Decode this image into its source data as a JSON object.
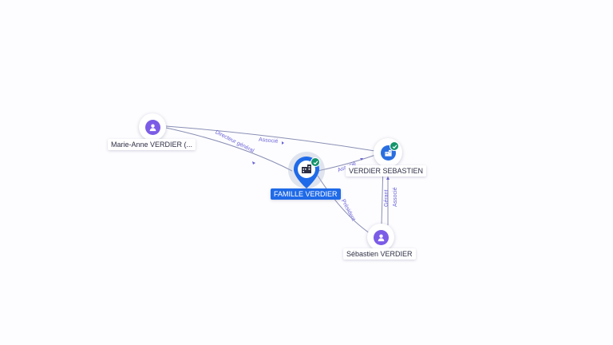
{
  "nodes": {
    "marie_anne": {
      "label": "Marie-Anne VERDIER (...",
      "icon": "person-icon"
    },
    "famille_verdier": {
      "label": "FAMILLE VERDIER",
      "icon": "building-icon",
      "verified": true
    },
    "verdier_sebastien": {
      "label": "VERDIER SEBASTIEN",
      "icon": "building-icon",
      "verified": true
    },
    "sebastien_verdier": {
      "label": "Sébastien VERDIER",
      "icon": "person-icon"
    }
  },
  "edges": {
    "marie_to_company": {
      "label": "Associé"
    },
    "marie_to_famille": {
      "label": "Directeur général"
    },
    "famille_to_company": {
      "label": "Associé"
    },
    "sebastien_to_famille": {
      "label": "Président"
    },
    "sebastien_to_company_gerant": {
      "label": "Gérant"
    },
    "sebastien_to_company_associe": {
      "label": "Associé"
    }
  },
  "colors": {
    "person": "#7b5ce6",
    "company": "#2a6fe0",
    "main_pin": "#1f6ae8",
    "verified": "#14946b",
    "edge": "#8a8fb4",
    "edge_label": "#6b63d6"
  }
}
